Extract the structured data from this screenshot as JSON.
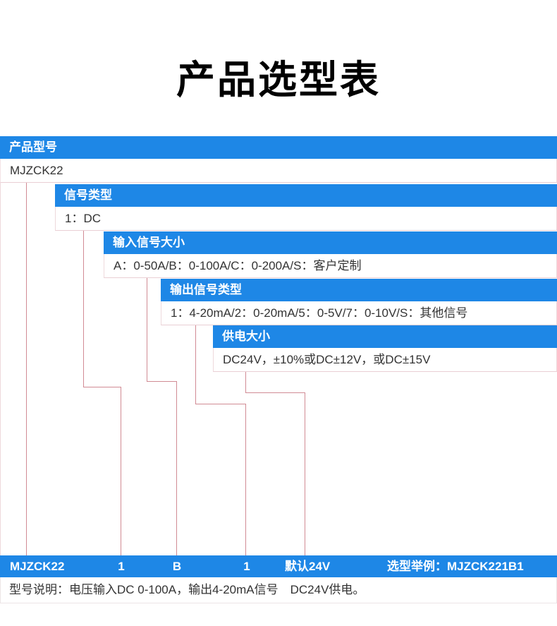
{
  "page": {
    "title": "产品选型表"
  },
  "colors": {
    "accent_blue": "#1E87E6",
    "connector_red": "#d18b94",
    "box_border_pink": "#e9cfd4",
    "text_dark": "#333333",
    "header_text": "#ffffff"
  },
  "sections": [
    {
      "header": "产品型号",
      "value": "MJZCK22"
    },
    {
      "header": "信号类型",
      "value": "1：DC"
    },
    {
      "header": "输入信号大小",
      "value": "A：0-50A/B：0-100A/C：0-200A/S：客户定制"
    },
    {
      "header": "输出信号类型",
      "value": "1：4-20mA/2：0-20mA/5：0-5V/7：0-10V/S：其他信号"
    },
    {
      "header": "供电大小",
      "value": "DC24V，±10%或DC±12V，或DC±15V"
    }
  ],
  "summary_bar": {
    "model": "MJZCK22",
    "signal_type_code": "1",
    "input_size_code": "B",
    "output_type_code": "1",
    "power_code": "默认24V",
    "example": "选型举例：MJZCK221B1"
  },
  "note": "型号说明：电压输入DC 0-100A，输出4-20mA信号　DC24V供电。"
}
